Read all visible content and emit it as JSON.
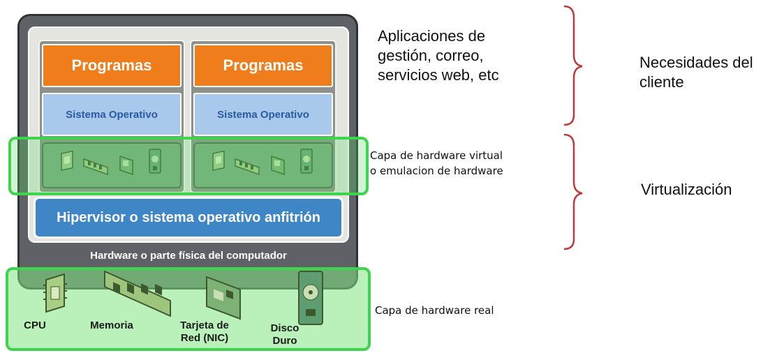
{
  "diagram": {
    "vm_left": {
      "programs": "Programas",
      "os": "Sistema Operativo"
    },
    "vm_right": {
      "programs": "Programas",
      "os": "Sistema Operativo"
    },
    "hypervisor": "Hipervisor o sistema operativo anfitrión",
    "hardware_layer_label": "Hardware o parte física del computador",
    "real_hardware": {
      "cpu": "CPU",
      "memory": "Memoria",
      "nic": "Tarjeta de Red (NIC)",
      "disk": "Disco Duro"
    }
  },
  "annotations": {
    "apps": [
      "Aplicaciones de",
      "gestión, correo,",
      "servicios web, etc"
    ],
    "client_needs": [
      "Necesidades del",
      "cliente"
    ],
    "virtual_hw": [
      "Capa de hardware virtual",
      "o emulacion de hardware"
    ],
    "virtualization": "Virtualización",
    "real_hw": "Capa de hardware real"
  },
  "colors": {
    "programs": "#f07d1c",
    "os": "#a9c9ec",
    "hypervisor": "#3f86c6",
    "highlight": "#3fd44d",
    "brace": "#c0393b"
  }
}
